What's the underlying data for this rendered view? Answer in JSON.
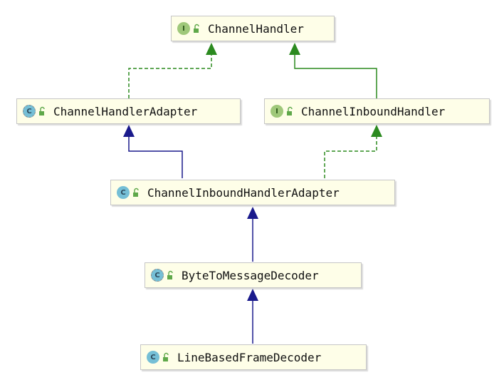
{
  "colors": {
    "node_background": "#fefee8",
    "interface_badge": "#9fc87a",
    "class_badge": "#75bfd6",
    "implements_edge": "#2b8a1f",
    "extends_edge": "#1a1a8c"
  },
  "nodes": {
    "channel_handler": {
      "name": "ChannelHandler",
      "kind": "interface",
      "badge": "I"
    },
    "channel_handler_adapter": {
      "name": "ChannelHandlerAdapter",
      "kind": "abstract-class",
      "badge": "C"
    },
    "channel_inbound_handler": {
      "name": "ChannelInboundHandler",
      "kind": "interface",
      "badge": "I"
    },
    "channel_inbound_handler_adapter": {
      "name": "ChannelInboundHandlerAdapter",
      "kind": "class",
      "badge": "C"
    },
    "byte_to_message_decoder": {
      "name": "ByteToMessageDecoder",
      "kind": "abstract-class",
      "badge": "C"
    },
    "line_based_frame_decoder": {
      "name": "LineBasedFrameDecoder",
      "kind": "class",
      "badge": "C"
    }
  },
  "edges": [
    {
      "from": "ChannelHandlerAdapter",
      "to": "ChannelHandler",
      "type": "implements"
    },
    {
      "from": "ChannelInboundHandler",
      "to": "ChannelHandler",
      "type": "extends-interface"
    },
    {
      "from": "ChannelInboundHandlerAdapter",
      "to": "ChannelHandlerAdapter",
      "type": "extends"
    },
    {
      "from": "ChannelInboundHandlerAdapter",
      "to": "ChannelInboundHandler",
      "type": "implements"
    },
    {
      "from": "ByteToMessageDecoder",
      "to": "ChannelInboundHandlerAdapter",
      "type": "extends"
    },
    {
      "from": "LineBasedFrameDecoder",
      "to": "ByteToMessageDecoder",
      "type": "extends"
    }
  ]
}
